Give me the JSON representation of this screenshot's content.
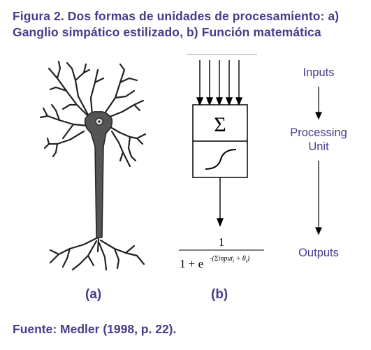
{
  "caption": {
    "line1": "Figura 2. Dos formas de unidades de procesamiento: a)",
    "line2": "Ganglio simpático estilizado, b) Función matemática"
  },
  "panel_a_label": "(a)",
  "panel_b_label": "(b)",
  "processing_unit": {
    "sum_symbol": "Σ",
    "formula_numerator": "1",
    "formula_denominator_base": "1 + e",
    "formula_exponent": "-(Σinput",
    "formula_exponent_sub1": "i",
    "formula_exponent_mid": " + θ",
    "formula_exponent_sub2": "i",
    "formula_exponent_end": ")"
  },
  "flow": {
    "inputs": "Inputs",
    "processing_line1": "Processing",
    "processing_line2": "Unit",
    "outputs": "Outputs"
  },
  "source": "Fuente: Medler (1998, p. 22).",
  "colors": {
    "caption": "#4a3a8c",
    "neuron_body": "#555555"
  }
}
